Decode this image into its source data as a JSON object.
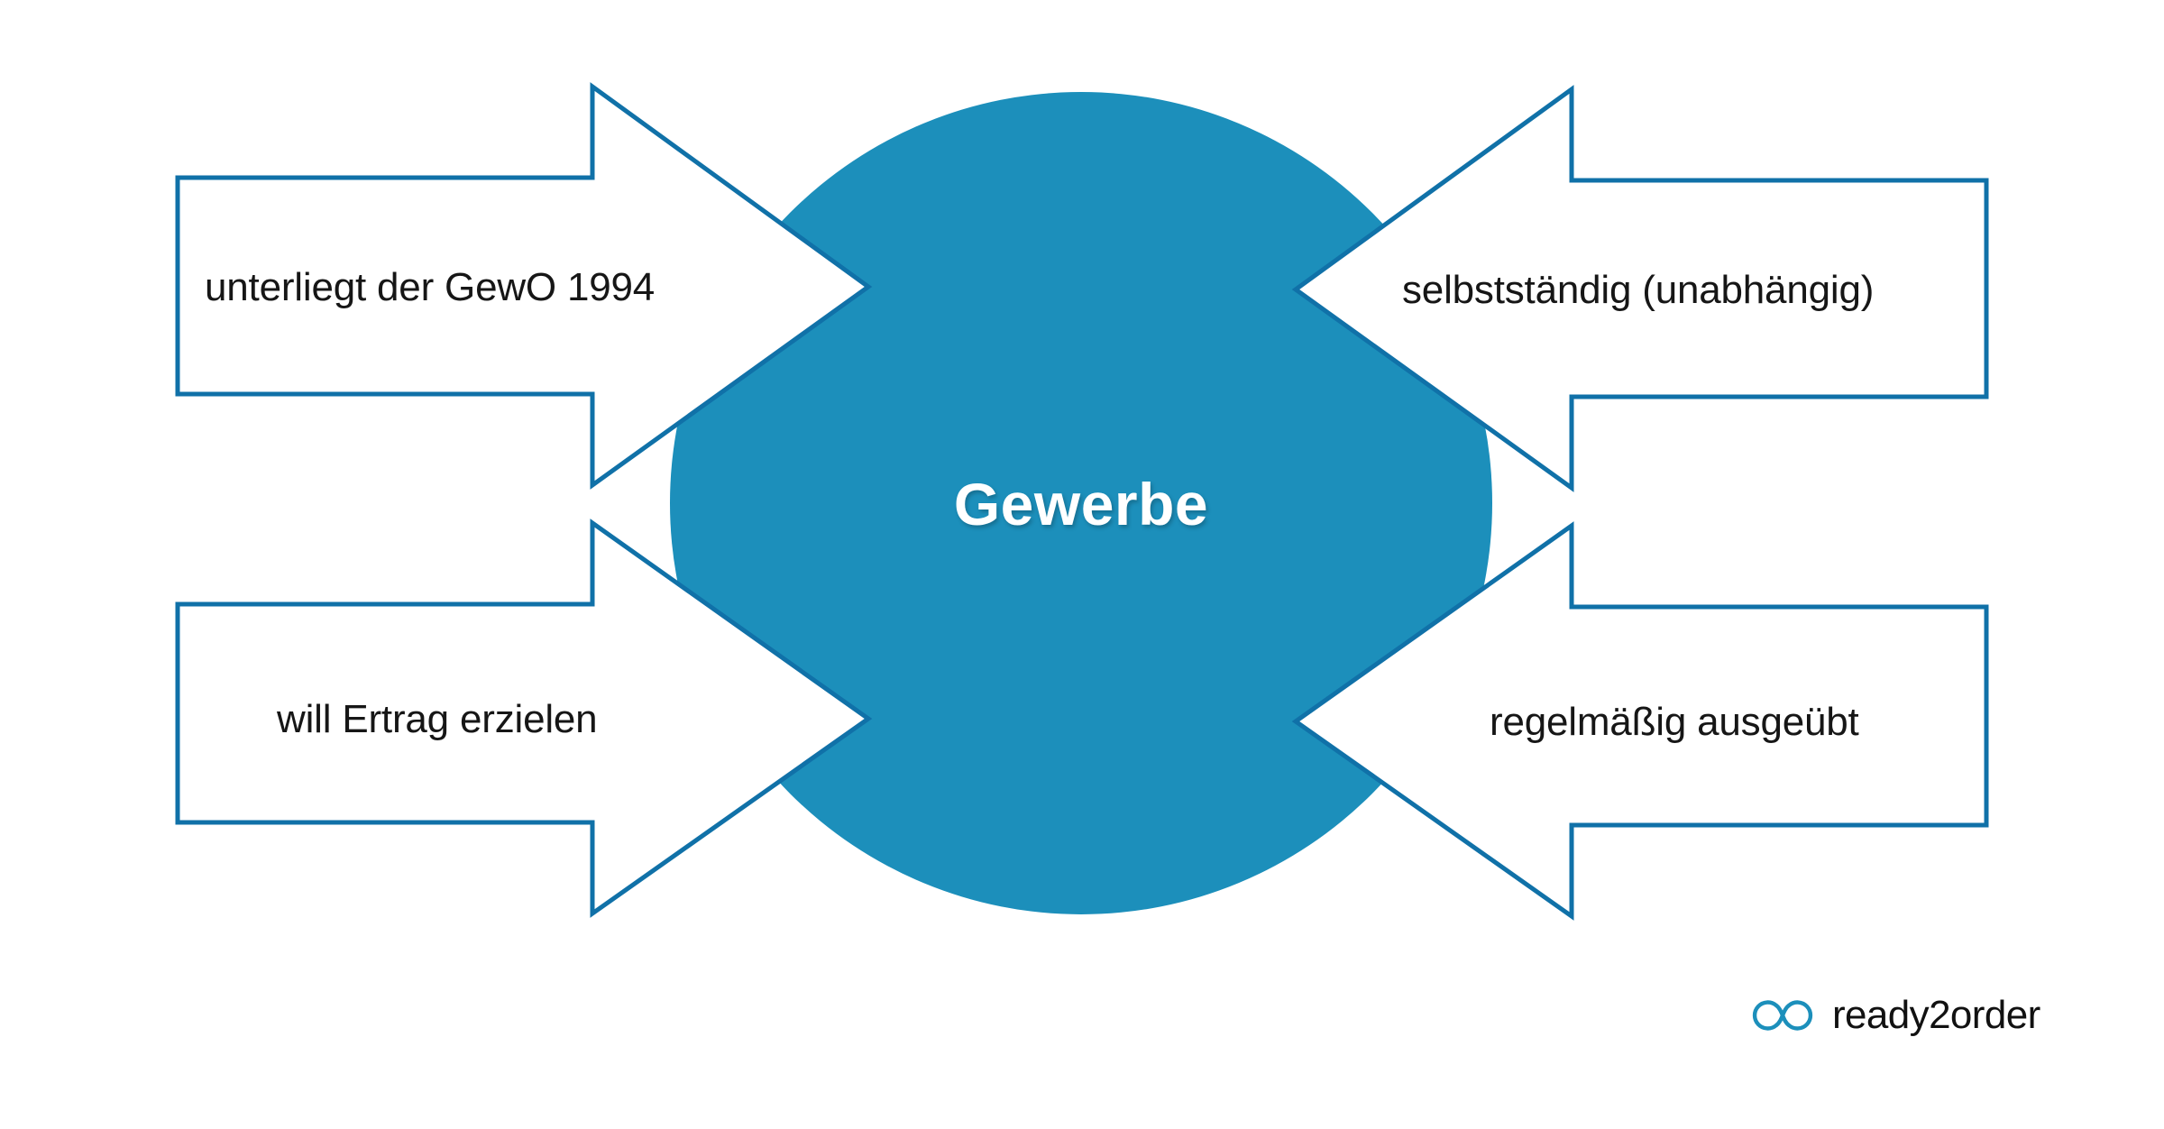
{
  "diagram": {
    "type": "converging-arrows",
    "title": "Gewerbe",
    "center": {
      "label": "Gewerbe",
      "shape": "circle",
      "fill_color": "#1c8fbb",
      "text_color": "#ffffff"
    },
    "arrows": [
      {
        "id": "arrow-top-left",
        "label": "unterliegt der GewO 1994",
        "direction": "points-right",
        "position": "top-left",
        "fill_color": "#ffffff",
        "stroke_color": "#1071a8"
      },
      {
        "id": "arrow-top-right",
        "label": "selbstständig (unabhängig)",
        "direction": "points-left",
        "position": "top-right",
        "fill_color": "#ffffff",
        "stroke_color": "#1071a8"
      },
      {
        "id": "arrow-bottom-left",
        "label": "will Ertrag erzielen",
        "direction": "points-right",
        "position": "bottom-left",
        "fill_color": "#ffffff",
        "stroke_color": "#1071a8"
      },
      {
        "id": "arrow-bottom-right",
        "label": "regelmäßig ausgeübt",
        "direction": "points-left",
        "position": "bottom-right",
        "fill_color": "#ffffff",
        "stroke_color": "#1071a8"
      }
    ]
  },
  "branding": {
    "logo_mark": "interlocking-rings-icon",
    "wordmark": "ready2order",
    "mark_color": "#1c8fbb",
    "word_color": "#111111"
  },
  "canvas": {
    "background": "#ffffff",
    "width": "2400",
    "height": "1252"
  }
}
